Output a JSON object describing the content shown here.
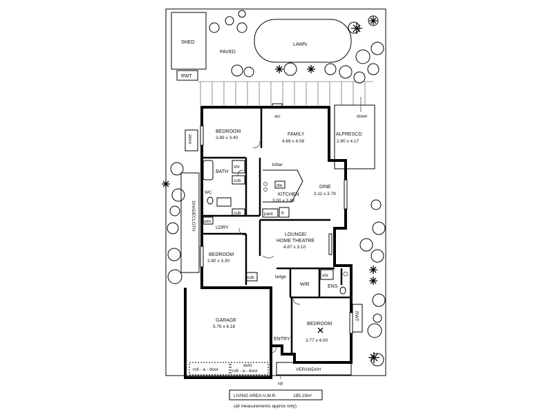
{
  "outdoor": {
    "shed": "SHED",
    "paved": "PAVED",
    "lawn": "LAWN",
    "rwt_top": "RWT",
    "rwt_side": "RWT",
    "down": "down",
    "up": "up",
    "shadecloth": "SHADECLOTH",
    "ac": "a/c",
    "store": "store"
  },
  "rooms": {
    "bedroom1": {
      "name": "BEDROOM",
      "dims": "3.89 x 3.40"
    },
    "family": {
      "name": "FAMILY",
      "dims": "4.69 x 4.08"
    },
    "alfresco": {
      "name": "ALFRESCO",
      "dims": "2.90 x 4.17"
    },
    "bath": {
      "name": "BATH"
    },
    "shr1": "shr",
    "cub1": "cub",
    "cub2": "cub",
    "cub3": "cub",
    "wc": "WC",
    "wm": "wm",
    "ldry": "LDRY",
    "bbar": "b/bar",
    "kitchen": {
      "name": "KITCHEN",
      "dims": "3.00 x 3.48"
    },
    "dw": "dw",
    "pantry": "pant",
    "fridge": "fr",
    "dine": {
      "name": "DINE",
      "dims": "3.11 x 3.79"
    },
    "lounge": {
      "name": "LOUNGE/",
      "name2": "HOME THEATRE",
      "dims": "4.87 x 3.10"
    },
    "bedroom2": {
      "name": "BEDROOM",
      "dims": "2.80 x 3.30"
    },
    "ledge": "ledge",
    "wir": "WIR",
    "shr2": "shr",
    "ens": "ENS",
    "garage": {
      "name": "GARAGE",
      "dims": "5.76 x 6.18"
    },
    "entry": "ENTRY",
    "master": {
      "name": "BEDROOM",
      "dims": "3.77 x 4.00"
    },
    "rolldoor1": "roll - a - door",
    "auto": "auto",
    "rolldoor2": "roll - a - door",
    "verandah": "VERANDAH"
  },
  "footer": {
    "living_label": "LIVING AREA U.M.R.",
    "living_value": "185.19m²",
    "note": "(all measurements approx only)"
  }
}
